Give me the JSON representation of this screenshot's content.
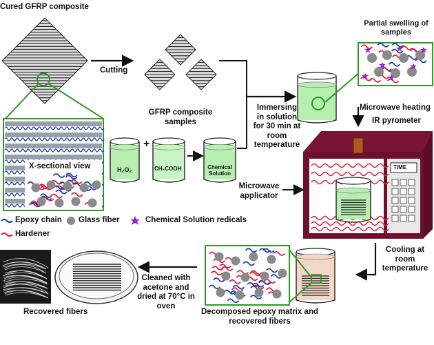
{
  "labels": {
    "cured_composite": "Cured GFRP composite",
    "cutting": "Cutting",
    "gfrp_samples": [
      "GFRP composite",
      "samples"
    ],
    "partial_swelling": [
      "Partial swelling of",
      "samples"
    ],
    "immersing": [
      "Immersing",
      "in solution",
      "for 30 min at",
      "room",
      "temperature"
    ],
    "microwave_heating": "Microwave heating",
    "ir_pyrometer": "IR pyrometer",
    "time_display": "TIME",
    "microwave_applicator": [
      "Microwave",
      "applicator"
    ],
    "xsection_view": "X-sectional view",
    "cooling": [
      "Cooling at",
      "room",
      "temperature"
    ],
    "cleaned": [
      "Cleaned with",
      "acetone and",
      "dried at 70°C in",
      "oven"
    ],
    "recovered_fibers": "Recovered fibers",
    "decomposed": [
      "Decomposed epoxy matrix and",
      "recovered fibers"
    ]
  },
  "beakers": {
    "h2o2": "H₂O₂",
    "acid": "CH₃COOH",
    "solution": [
      "Chemical",
      "Solution"
    ],
    "plus_sign": "+"
  },
  "legend": {
    "epoxy_chain": "Epoxy chain",
    "glass_fiber": "Glass fiber",
    "chemical_radicals": "Chemical Solution redicals",
    "hardener": "Hardener"
  },
  "colors": {
    "epoxy_chain": "#1a3fb0",
    "hardener": "#e0203a",
    "glass_fiber": "#8a8a8a",
    "radical_star": "#9b1fd4",
    "solution_green": "#b6efb0",
    "acid_green": "#c9f5c4",
    "microwave_body": "#6e0f2e",
    "arrow_green": "#2b9a1f",
    "cooled_solution": "#f3d7c6"
  }
}
